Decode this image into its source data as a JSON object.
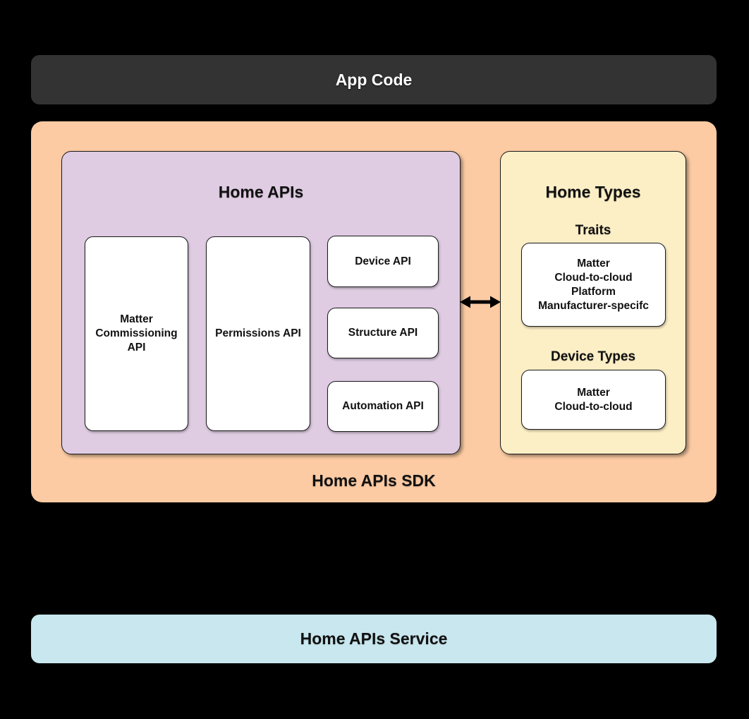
{
  "app_code": {
    "label": "App Code"
  },
  "sdk": {
    "label": "Home APIs SDK",
    "home_apis": {
      "title": "Home APIs",
      "cards": [
        {
          "label": "Matter Commissioning API"
        },
        {
          "label": "Permissions API"
        },
        {
          "label": "Device API"
        },
        {
          "label": "Structure API"
        },
        {
          "label": "Automation API"
        }
      ]
    },
    "home_types": {
      "title": "Home Types",
      "sections": [
        {
          "label": "Traits",
          "card_lines": [
            "Matter",
            "Cloud-to-cloud",
            "Platform",
            "Manufacturer-specifc"
          ]
        },
        {
          "label": "Device Types",
          "card_lines": [
            "Matter",
            "Cloud-to-cloud"
          ]
        }
      ]
    },
    "arrow_icon": "bidirectional-arrow"
  },
  "service": {
    "label": "Home APIs Service"
  },
  "colors": {
    "background": "#000000",
    "app_code_bg": "#333333",
    "app_code_text": "#FFFFFF",
    "sdk_bg": "#FCCBA3",
    "home_apis_bg": "#DFCCE3",
    "home_types_bg": "#FCEFC6",
    "service_bg": "#C9E7EF",
    "card_bg": "#FFFFFF",
    "outline": "#1A1A1A",
    "text": "#111111"
  }
}
